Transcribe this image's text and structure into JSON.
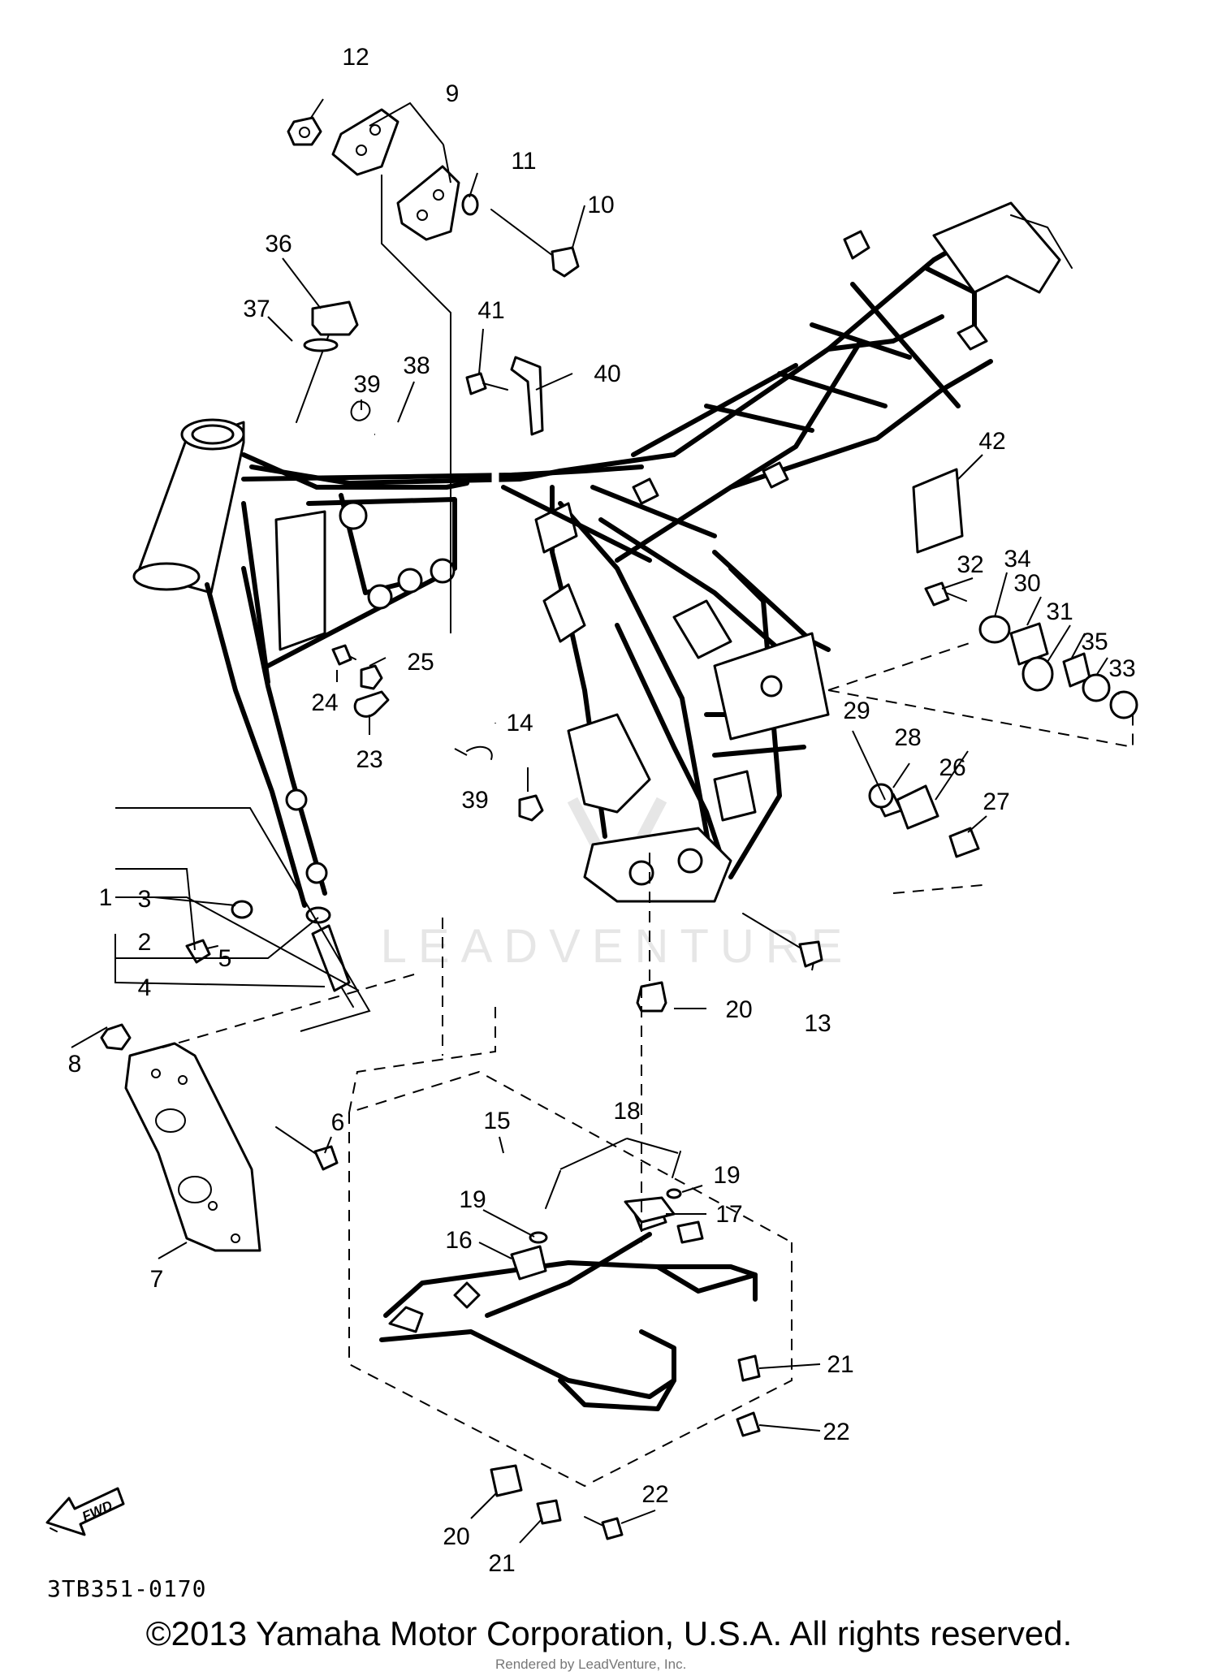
{
  "callouts": {
    "c1": "1",
    "c2": "2",
    "c3": "3",
    "c4": "4",
    "c5": "5",
    "c6": "6",
    "c7": "7",
    "c8": "8",
    "c9": "9",
    "c10": "10",
    "c11": "11",
    "c12": "12",
    "c13": "13",
    "c14": "14",
    "c15": "15",
    "c16": "16",
    "c17": "17",
    "c18": "18",
    "c19a": "19",
    "c19b": "19",
    "c20a": "20",
    "c20b": "20",
    "c21a": "21",
    "c21b": "21",
    "c22a": "22",
    "c22b": "22",
    "c23": "23",
    "c24": "24",
    "c25": "25",
    "c26": "26",
    "c27": "27",
    "c28": "28",
    "c29": "29",
    "c30": "30",
    "c31": "31",
    "c32": "32",
    "c33": "33",
    "c34": "34",
    "c35": "35",
    "c36": "36",
    "c37": "37",
    "c38": "38",
    "c39a": "39",
    "c39b": "39",
    "c40": "40",
    "c41": "41",
    "c42": "42"
  },
  "fwd_arrow": {
    "label": "FWD",
    "icon": "fwd-arrow-icon"
  },
  "watermark_text": "LEADVENTURE",
  "catalog_code": "3TB351-0170",
  "copyright": "©2013 Yamaha Motor Corporation, U.S.A. All rights reserved.",
  "rendered_by": "Rendered by LeadVenture, Inc."
}
